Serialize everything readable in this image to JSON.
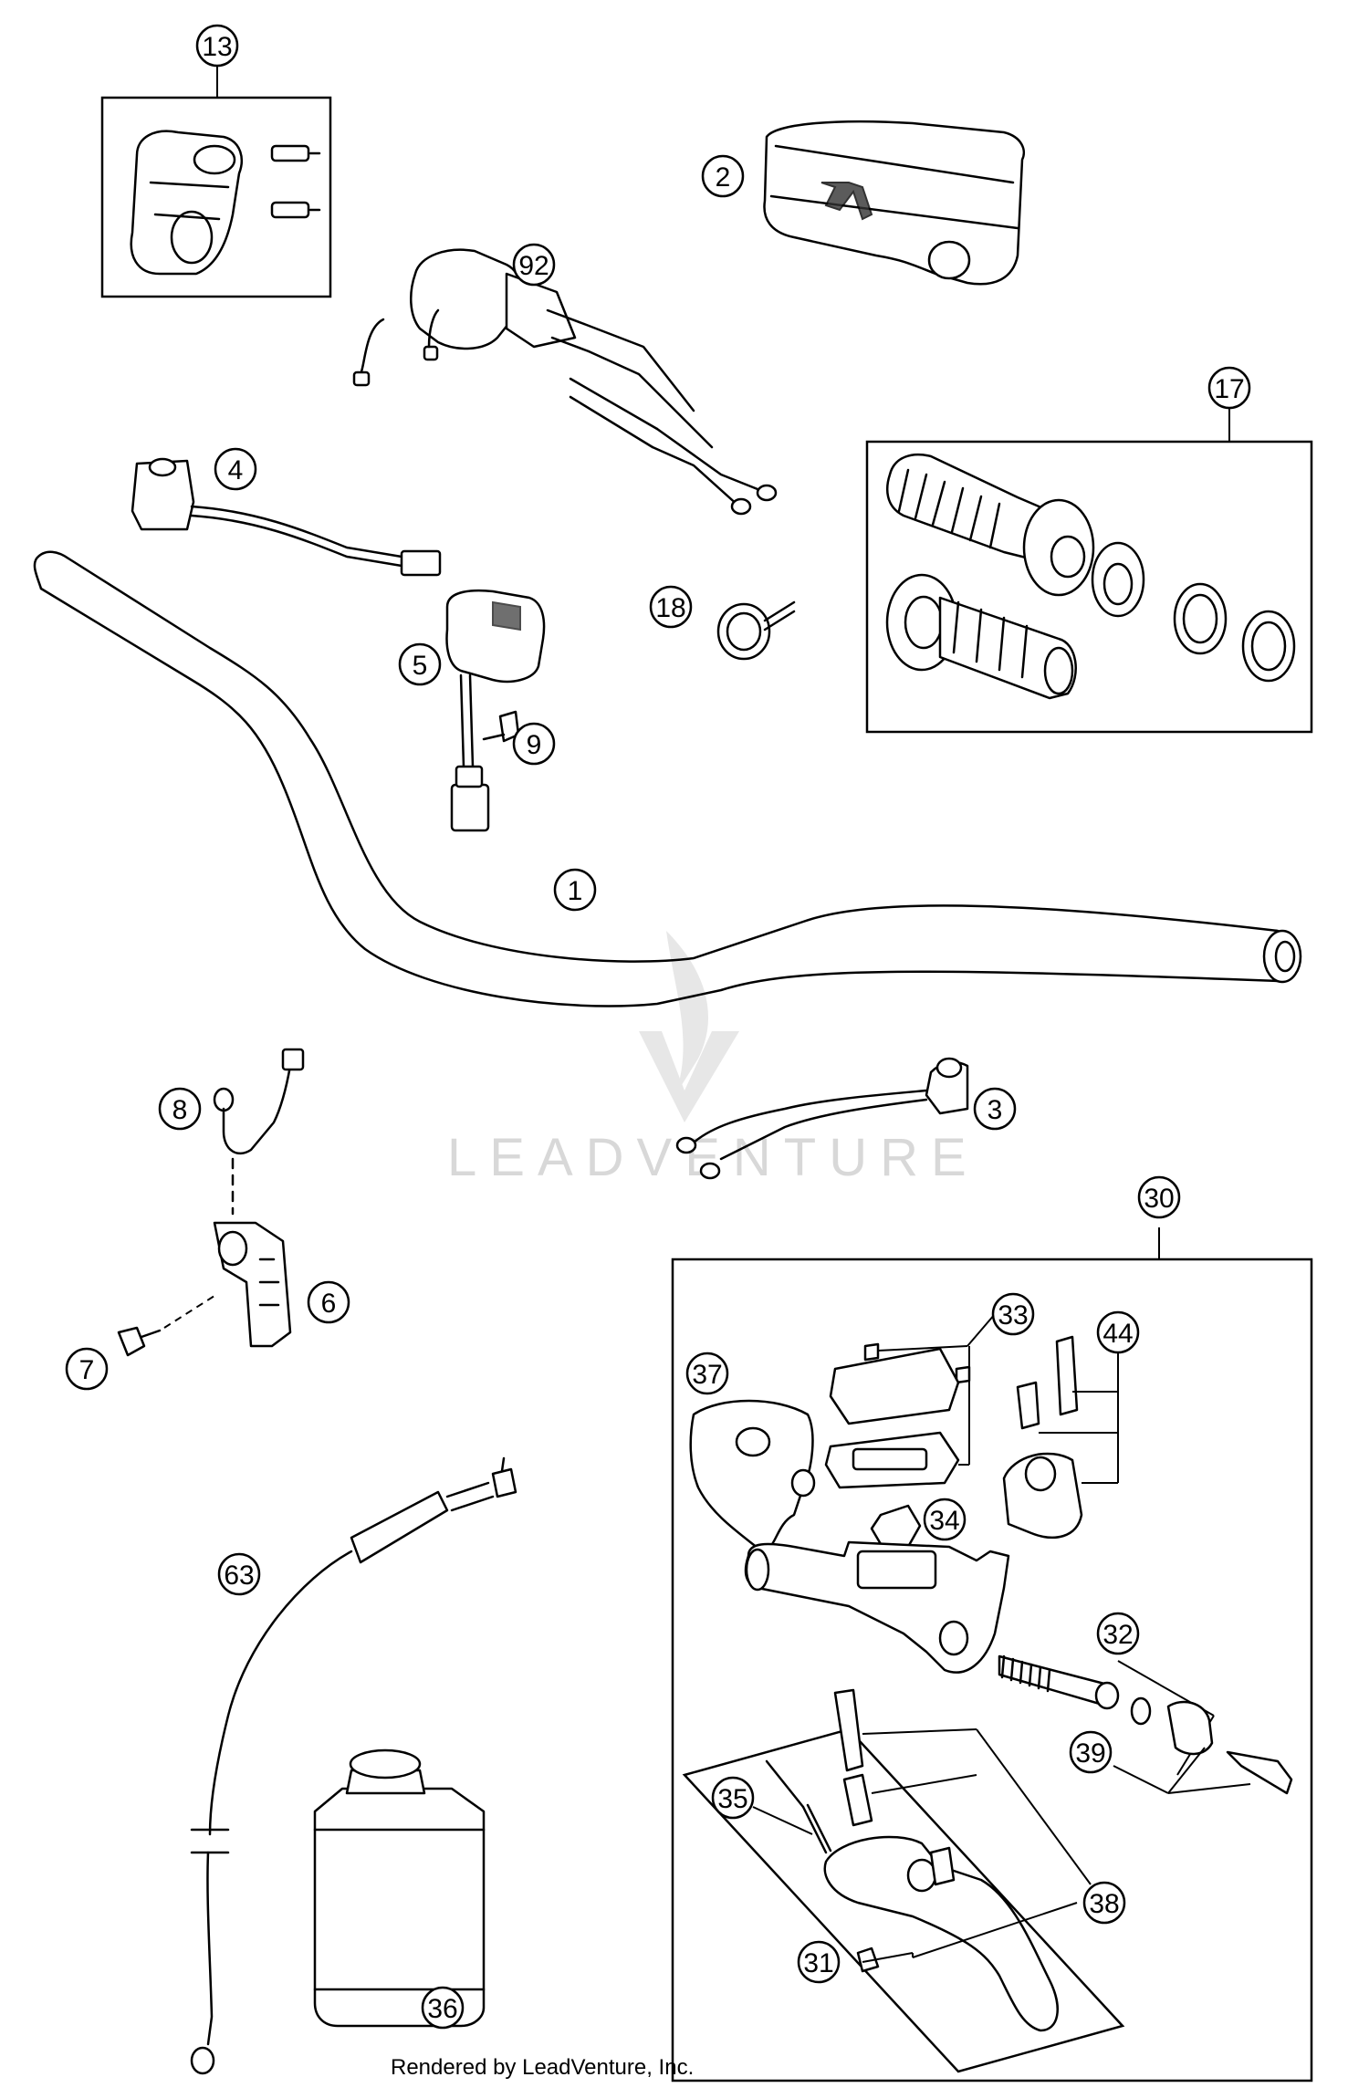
{
  "footer": {
    "text": "Rendered by LeadVenture, Inc."
  },
  "watermark": {
    "text": "LEADVENTURE"
  },
  "callouts": {
    "c13": "13",
    "c2": "2",
    "c92": "92",
    "c17": "17",
    "c4": "4",
    "c18": "18",
    "c5": "5",
    "c9": "9",
    "c1": "1",
    "c8": "8",
    "c3": "3",
    "c6": "6",
    "c7": "7",
    "c30": "30",
    "c33": "33",
    "c44": "44",
    "c37": "37",
    "c34": "34",
    "c63": "63",
    "c32": "32",
    "c39": "39",
    "c35": "35",
    "c38": "38",
    "c31": "31",
    "c36": "36"
  },
  "colors": {
    "line": "#000000",
    "watermark": "#d8d8d8",
    "background": "#ffffff"
  }
}
